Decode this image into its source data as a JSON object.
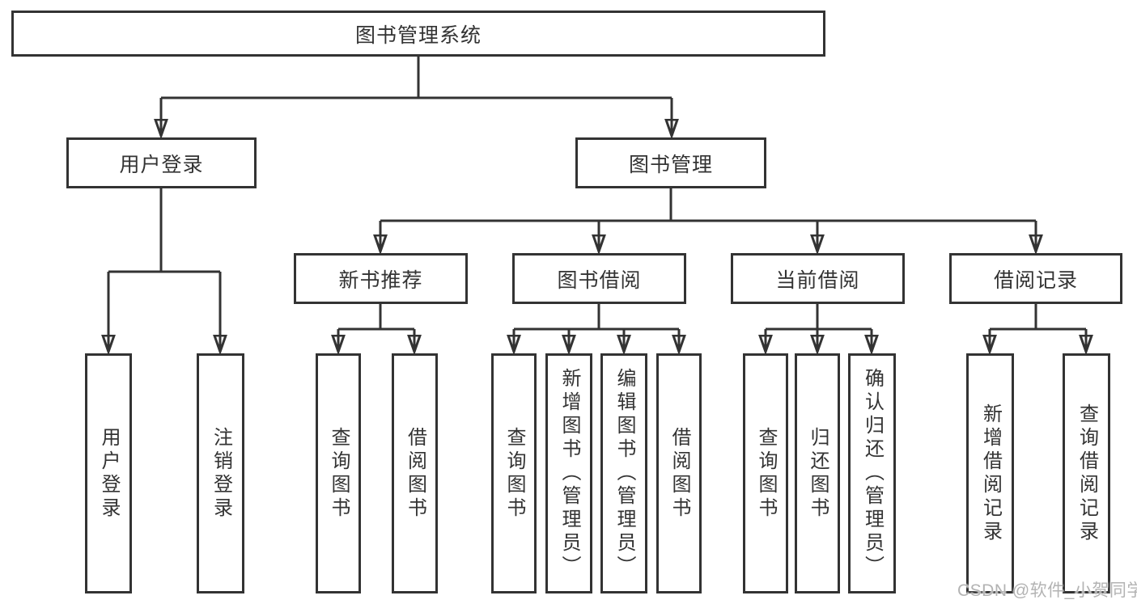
{
  "diagram": {
    "root": {
      "label": "图书管理系统"
    },
    "branches": [
      {
        "label": "用户登录",
        "children": [
          "用户登录",
          "注销登录"
        ]
      },
      {
        "label": "图书管理",
        "children": [
          {
            "label": "新书推荐",
            "children": [
              "查询图书",
              "借阅图书"
            ]
          },
          {
            "label": "图书借阅",
            "children": [
              "查询图书",
              "新增图书（管理员）",
              "编辑图书（管理员）",
              "借阅图书"
            ]
          },
          {
            "label": "当前借阅",
            "children": [
              "查询图书",
              "归还图书",
              "确认归还（管理员）"
            ]
          },
          {
            "label": "借阅记录",
            "children": [
              "新增借阅记录",
              "查询借阅记录"
            ]
          }
        ]
      }
    ],
    "colors": {
      "line": "#333333",
      "text": "#333333",
      "background": "#ffffff"
    }
  },
  "watermark": {
    "text": "CSDN @软件_小贺同学",
    "color": "#b3b3b3"
  }
}
